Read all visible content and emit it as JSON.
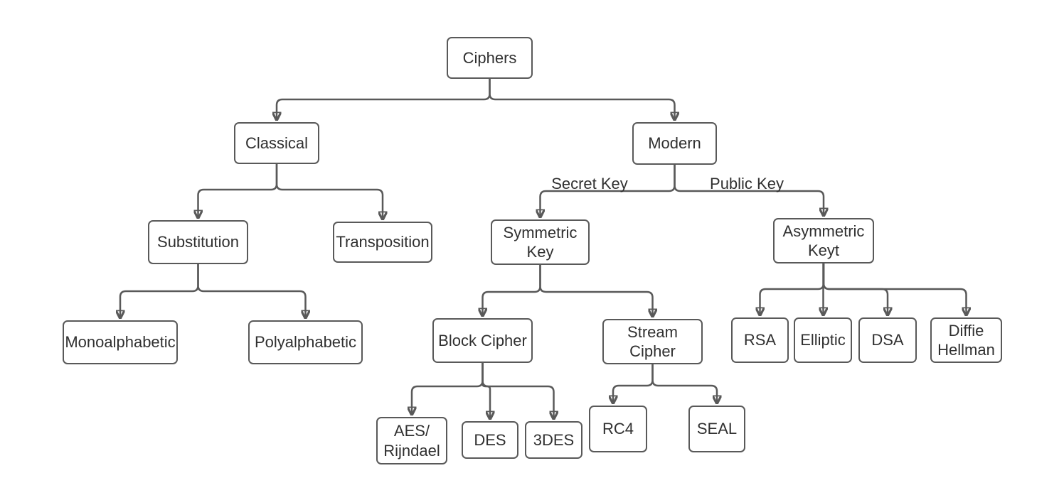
{
  "diagram": {
    "type": "tree",
    "nodes": {
      "ciphers": {
        "label": "Ciphers"
      },
      "classical": {
        "label": "Classical"
      },
      "modern": {
        "label": "Modern"
      },
      "substitution": {
        "label": "Substitution"
      },
      "transposition": {
        "label": "Transposition"
      },
      "monoalphabetic": {
        "label": "Monoalphabetic"
      },
      "polyalphabetic": {
        "label": "Polyalphabetic"
      },
      "symmetric_key": {
        "label": "Symmetric\nKey"
      },
      "asymmetric_keyt": {
        "label": "Asymmetric\nKeyt"
      },
      "block_cipher": {
        "label": "Block Cipher"
      },
      "stream_cipher": {
        "label": "Stream\nCipher"
      },
      "aes_rijndael": {
        "label": "AES/\nRijndael"
      },
      "des": {
        "label": "DES"
      },
      "triple_des": {
        "label": "3DES"
      },
      "rc4": {
        "label": "RC4"
      },
      "seal": {
        "label": "SEAL"
      },
      "rsa": {
        "label": "RSA"
      },
      "elliptic": {
        "label": "Elliptic"
      },
      "dsa": {
        "label": "DSA"
      },
      "diffie_hellman": {
        "label": "Diffie\nHellman"
      }
    },
    "edge_labels": {
      "secret_key": "Secret Key",
      "public_key": "Public Key"
    },
    "edges": [
      {
        "from": "ciphers",
        "to": "classical"
      },
      {
        "from": "ciphers",
        "to": "modern"
      },
      {
        "from": "classical",
        "to": "substitution"
      },
      {
        "from": "classical",
        "to": "transposition"
      },
      {
        "from": "substitution",
        "to": "monoalphabetic"
      },
      {
        "from": "substitution",
        "to": "polyalphabetic"
      },
      {
        "from": "modern",
        "to": "symmetric_key",
        "label": "Secret Key"
      },
      {
        "from": "modern",
        "to": "asymmetric_keyt",
        "label": "Public Key"
      },
      {
        "from": "symmetric_key",
        "to": "block_cipher"
      },
      {
        "from": "symmetric_key",
        "to": "stream_cipher"
      },
      {
        "from": "block_cipher",
        "to": "aes_rijndael"
      },
      {
        "from": "block_cipher",
        "to": "des"
      },
      {
        "from": "block_cipher",
        "to": "triple_des"
      },
      {
        "from": "stream_cipher",
        "to": "rc4"
      },
      {
        "from": "stream_cipher",
        "to": "seal"
      },
      {
        "from": "asymmetric_keyt",
        "to": "rsa"
      },
      {
        "from": "asymmetric_keyt",
        "to": "elliptic"
      },
      {
        "from": "asymmetric_keyt",
        "to": "dsa"
      },
      {
        "from": "asymmetric_keyt",
        "to": "diffie_hellman"
      }
    ],
    "colors": {
      "node_border": "#595959",
      "connector": "#595959",
      "node_text": "#303030",
      "background": "#ffffff"
    }
  }
}
